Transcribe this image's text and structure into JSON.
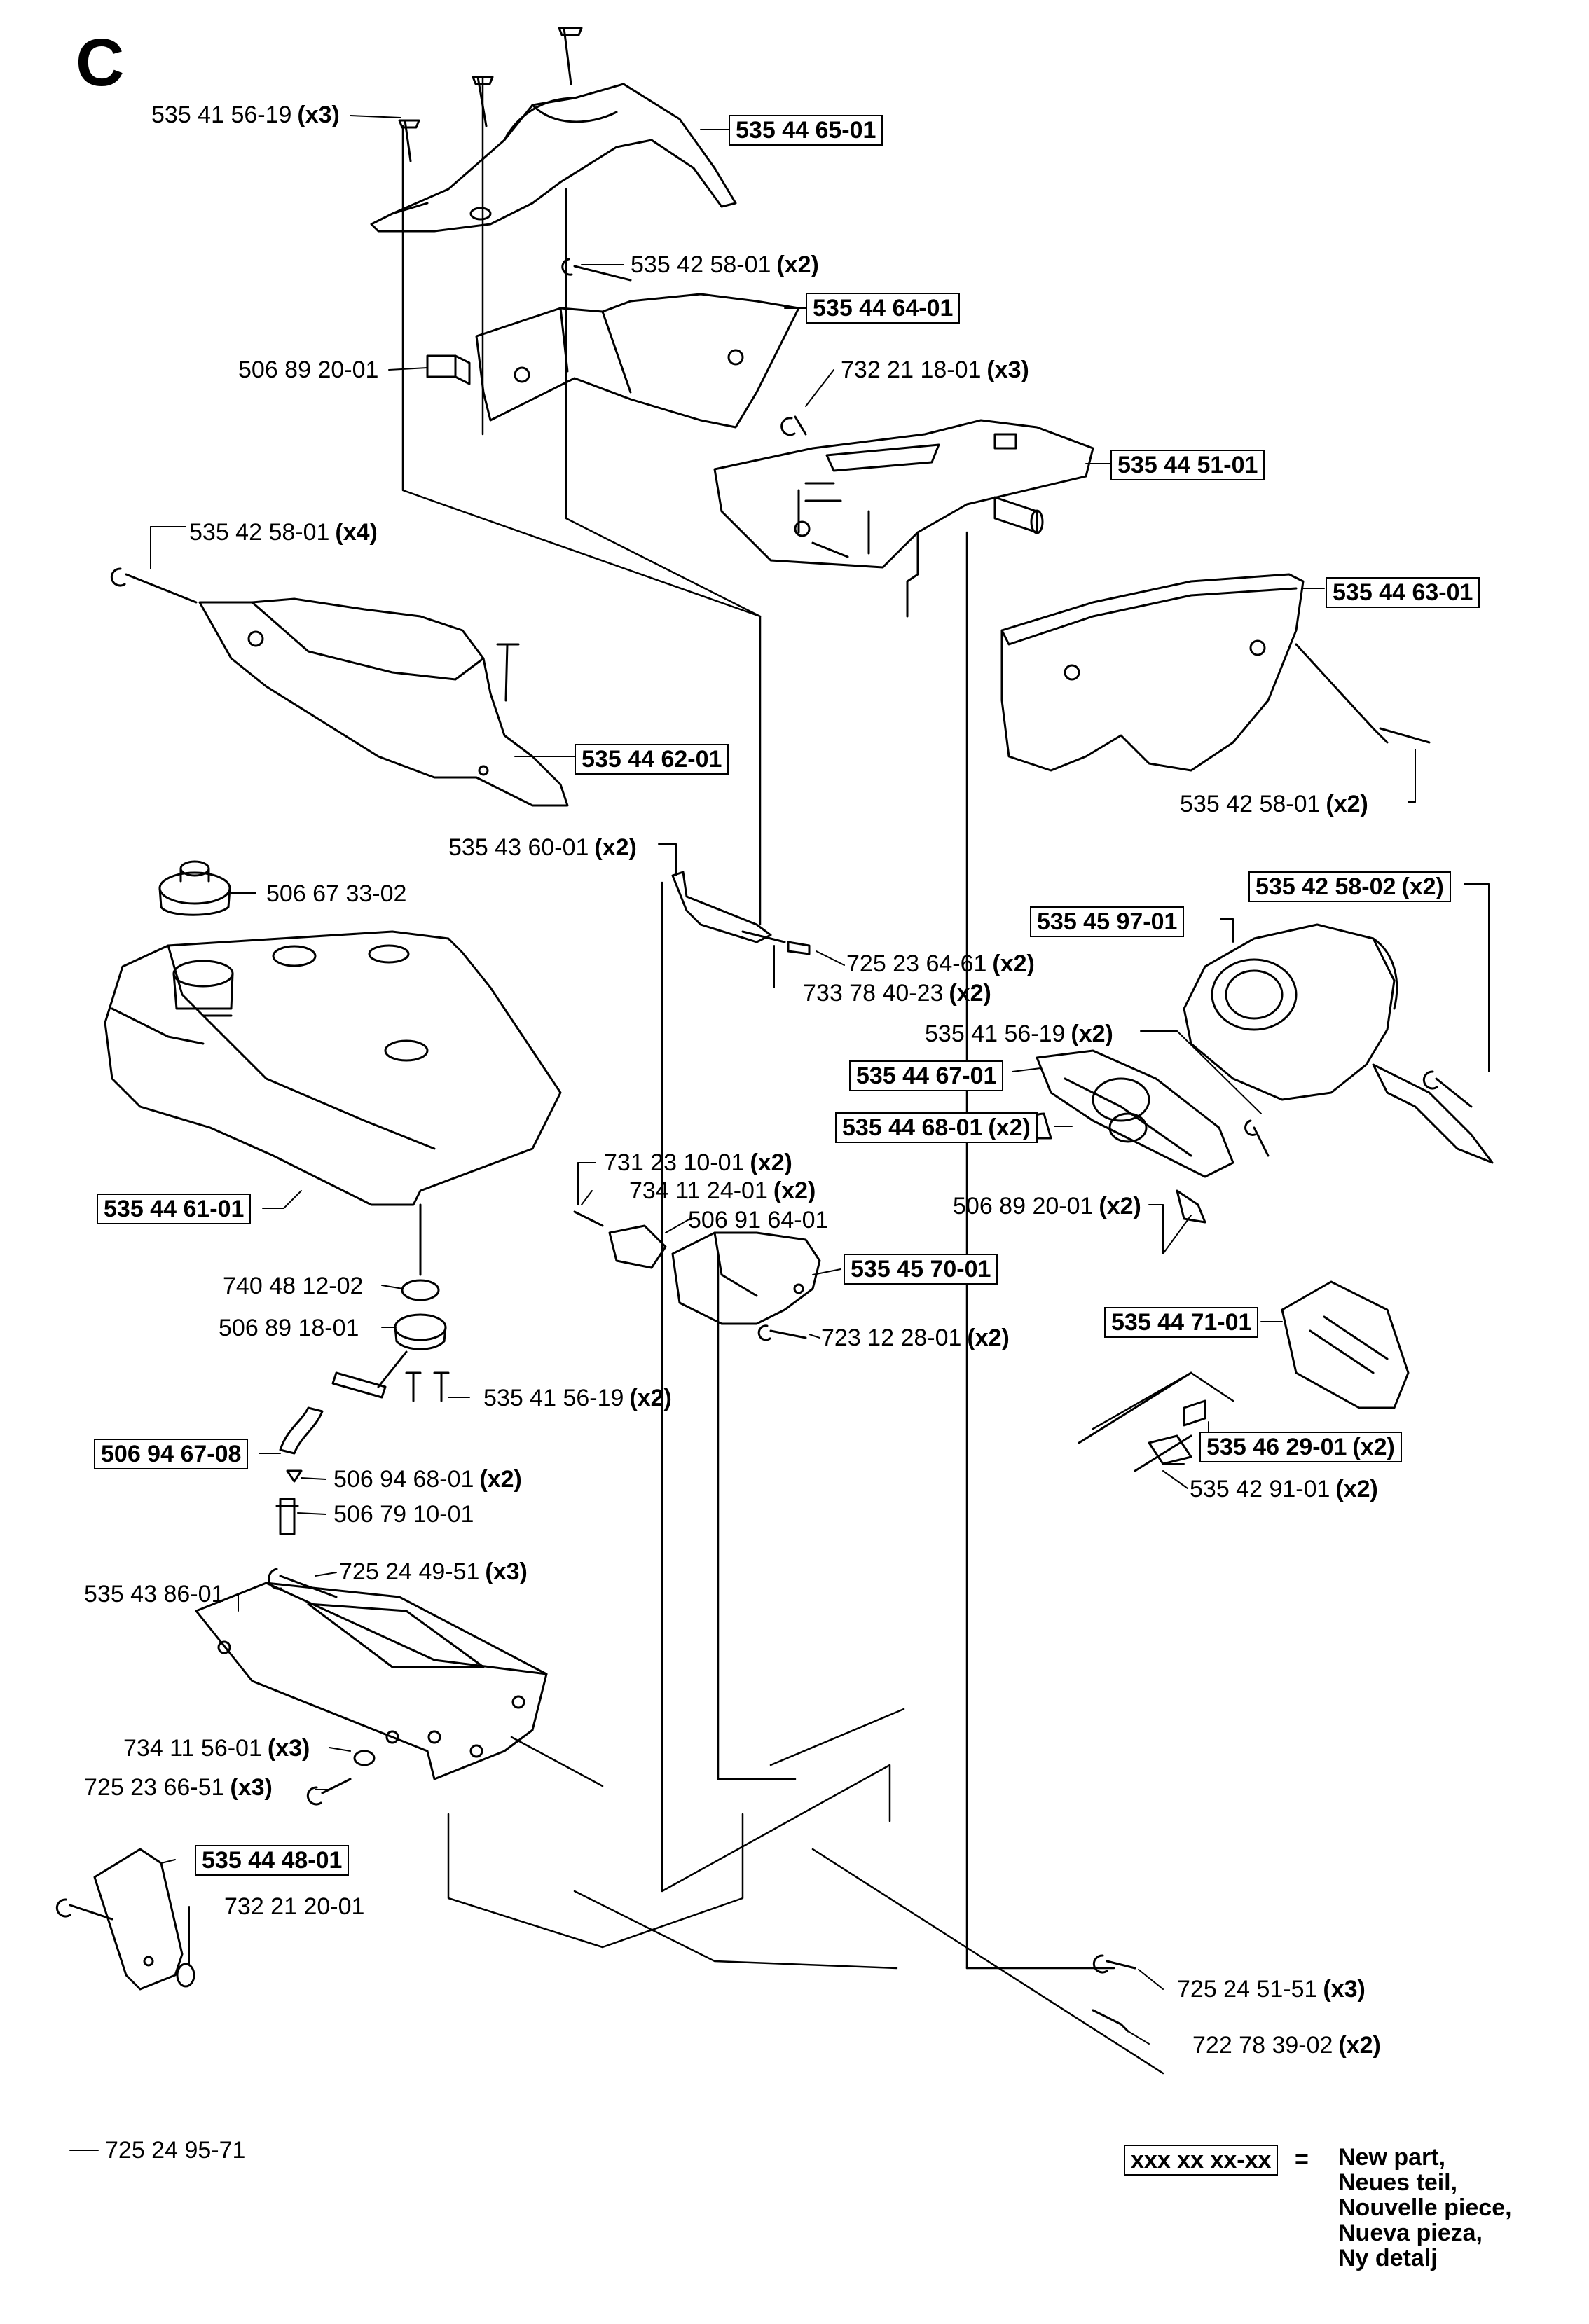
{
  "section_letter": "C",
  "labels": [
    {
      "id": "l01",
      "text": "535 41 56-19",
      "qty": "(x3)",
      "boxed": false
    },
    {
      "id": "l02",
      "text": "535 44 65-01",
      "qty": "",
      "boxed": true
    },
    {
      "id": "l03",
      "text": "535 42 58-01",
      "qty": "(x2)",
      "boxed": false
    },
    {
      "id": "l04",
      "text": "535 44 64-01",
      "qty": "",
      "boxed": true
    },
    {
      "id": "l05",
      "text": "506 89 20-01",
      "qty": "",
      "boxed": false
    },
    {
      "id": "l06",
      "text": "732 21 18-01",
      "qty": "(x3)",
      "boxed": false
    },
    {
      "id": "l07",
      "text": "535 44 51-01",
      "qty": "",
      "boxed": true
    },
    {
      "id": "l08",
      "text": "535 42 58-01",
      "qty": "(x4)",
      "boxed": false
    },
    {
      "id": "l09",
      "text": "535 44 63-01",
      "qty": "",
      "boxed": true
    },
    {
      "id": "l10",
      "text": "535 44 62-01",
      "qty": "",
      "boxed": true
    },
    {
      "id": "l11",
      "text": "535 42 58-01",
      "qty": "(x2)",
      "boxed": false
    },
    {
      "id": "l12",
      "text": "535 43 60-01",
      "qty": "(x2)",
      "boxed": false
    },
    {
      "id": "l13",
      "text": "506 67 33-02",
      "qty": "",
      "boxed": false
    },
    {
      "id": "l14",
      "text": "535 42 58-02",
      "qty": "(x2)",
      "boxed": true
    },
    {
      "id": "l15",
      "text": "535 45 97-01",
      "qty": "",
      "boxed": true
    },
    {
      "id": "l16",
      "text": "725 23 64-61",
      "qty": "(x2)",
      "boxed": false
    },
    {
      "id": "l17",
      "text": "733 78 40-23",
      "qty": "(x2)",
      "boxed": false
    },
    {
      "id": "l18",
      "text": "535 41 56-19",
      "qty": "(x2)",
      "boxed": false
    },
    {
      "id": "l19",
      "text": "535 44 67-01",
      "qty": "",
      "boxed": true
    },
    {
      "id": "l20",
      "text": "535 44 68-01",
      "qty": "(x2)",
      "boxed": true
    },
    {
      "id": "l21",
      "text": "731 23 10-01",
      "qty": "(x2)",
      "boxed": false
    },
    {
      "id": "l22",
      "text": "734 11 24-01",
      "qty": "(x2)",
      "boxed": false
    },
    {
      "id": "l23",
      "text": "535 44 61-01",
      "qty": "",
      "boxed": true
    },
    {
      "id": "l24",
      "text": "506 91 64-01",
      "qty": "",
      "boxed": false
    },
    {
      "id": "l25",
      "text": "506 89 20-01",
      "qty": "(x2)",
      "boxed": false
    },
    {
      "id": "l26",
      "text": "535 45 70-01",
      "qty": "",
      "boxed": true
    },
    {
      "id": "l27",
      "text": "740 48 12-02",
      "qty": "",
      "boxed": false
    },
    {
      "id": "l28",
      "text": "506 89 18-01",
      "qty": "",
      "boxed": false
    },
    {
      "id": "l29",
      "text": "723 12 28-01",
      "qty": "(x2)",
      "boxed": false
    },
    {
      "id": "l30",
      "text": "535 44 71-01",
      "qty": "",
      "boxed": true
    },
    {
      "id": "l31",
      "text": "535 41 56-19",
      "qty": "(x2)",
      "boxed": false
    },
    {
      "id": "l32",
      "text": "506 94 67-08",
      "qty": "",
      "boxed": true
    },
    {
      "id": "l33",
      "text": "535 46 29-01",
      "qty": "(x2)",
      "boxed": true
    },
    {
      "id": "l34",
      "text": "506 94 68-01",
      "qty": "(x2)",
      "boxed": false
    },
    {
      "id": "l35",
      "text": "535 42 91-01",
      "qty": "(x2)",
      "boxed": false
    },
    {
      "id": "l36",
      "text": "506 79 10-01",
      "qty": "",
      "boxed": false
    },
    {
      "id": "l37",
      "text": "725 24 49-51",
      "qty": "(x3)",
      "boxed": false
    },
    {
      "id": "l38",
      "text": "535 43 86-01",
      "qty": "",
      "boxed": false
    },
    {
      "id": "l39",
      "text": "734 11 56-01",
      "qty": "(x3)",
      "boxed": false
    },
    {
      "id": "l40",
      "text": "725 23 66-51",
      "qty": "(x3)",
      "boxed": false
    },
    {
      "id": "l41",
      "text": "535 44 48-01",
      "qty": "",
      "boxed": true
    },
    {
      "id": "l42",
      "text": "732 21 20-01",
      "qty": "",
      "boxed": false
    },
    {
      "id": "l43",
      "text": "725 24 51-51",
      "qty": "(x3)",
      "boxed": false
    },
    {
      "id": "l44",
      "text": "722 78 39-02",
      "qty": "(x2)",
      "boxed": false
    },
    {
      "id": "l45",
      "text": "725 24 95-71",
      "qty": "",
      "boxed": false
    }
  ],
  "legend": {
    "code": "xxx xx xx-xx",
    "equals": "=",
    "lines": [
      "New part,",
      "Neues teil,",
      "Nouvelle piece,",
      "Nueva pieza,",
      "Ny detalj"
    ]
  }
}
